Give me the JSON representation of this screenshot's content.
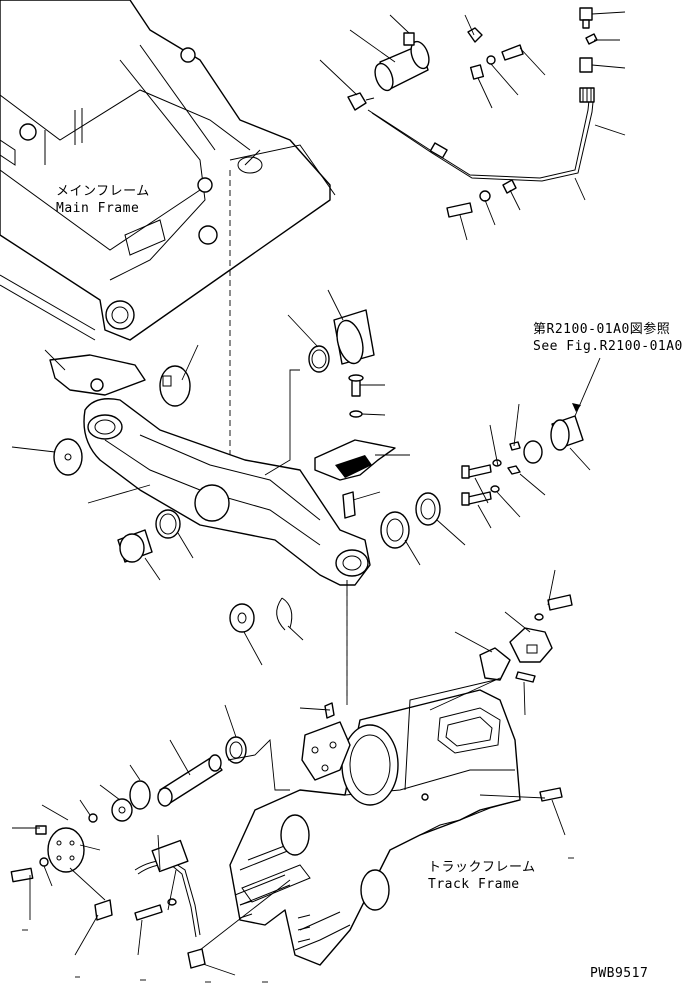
{
  "labels": {
    "main_frame_jp": "メインフレーム",
    "main_frame_en": "Main Frame",
    "ref_jp": "第R2100-01A0図参照",
    "ref_en": "See Fig.R2100-01A0",
    "track_frame_jp": "トラックフレーム",
    "track_frame_en": "Track Frame",
    "drawing_code": "PWB9517"
  }
}
